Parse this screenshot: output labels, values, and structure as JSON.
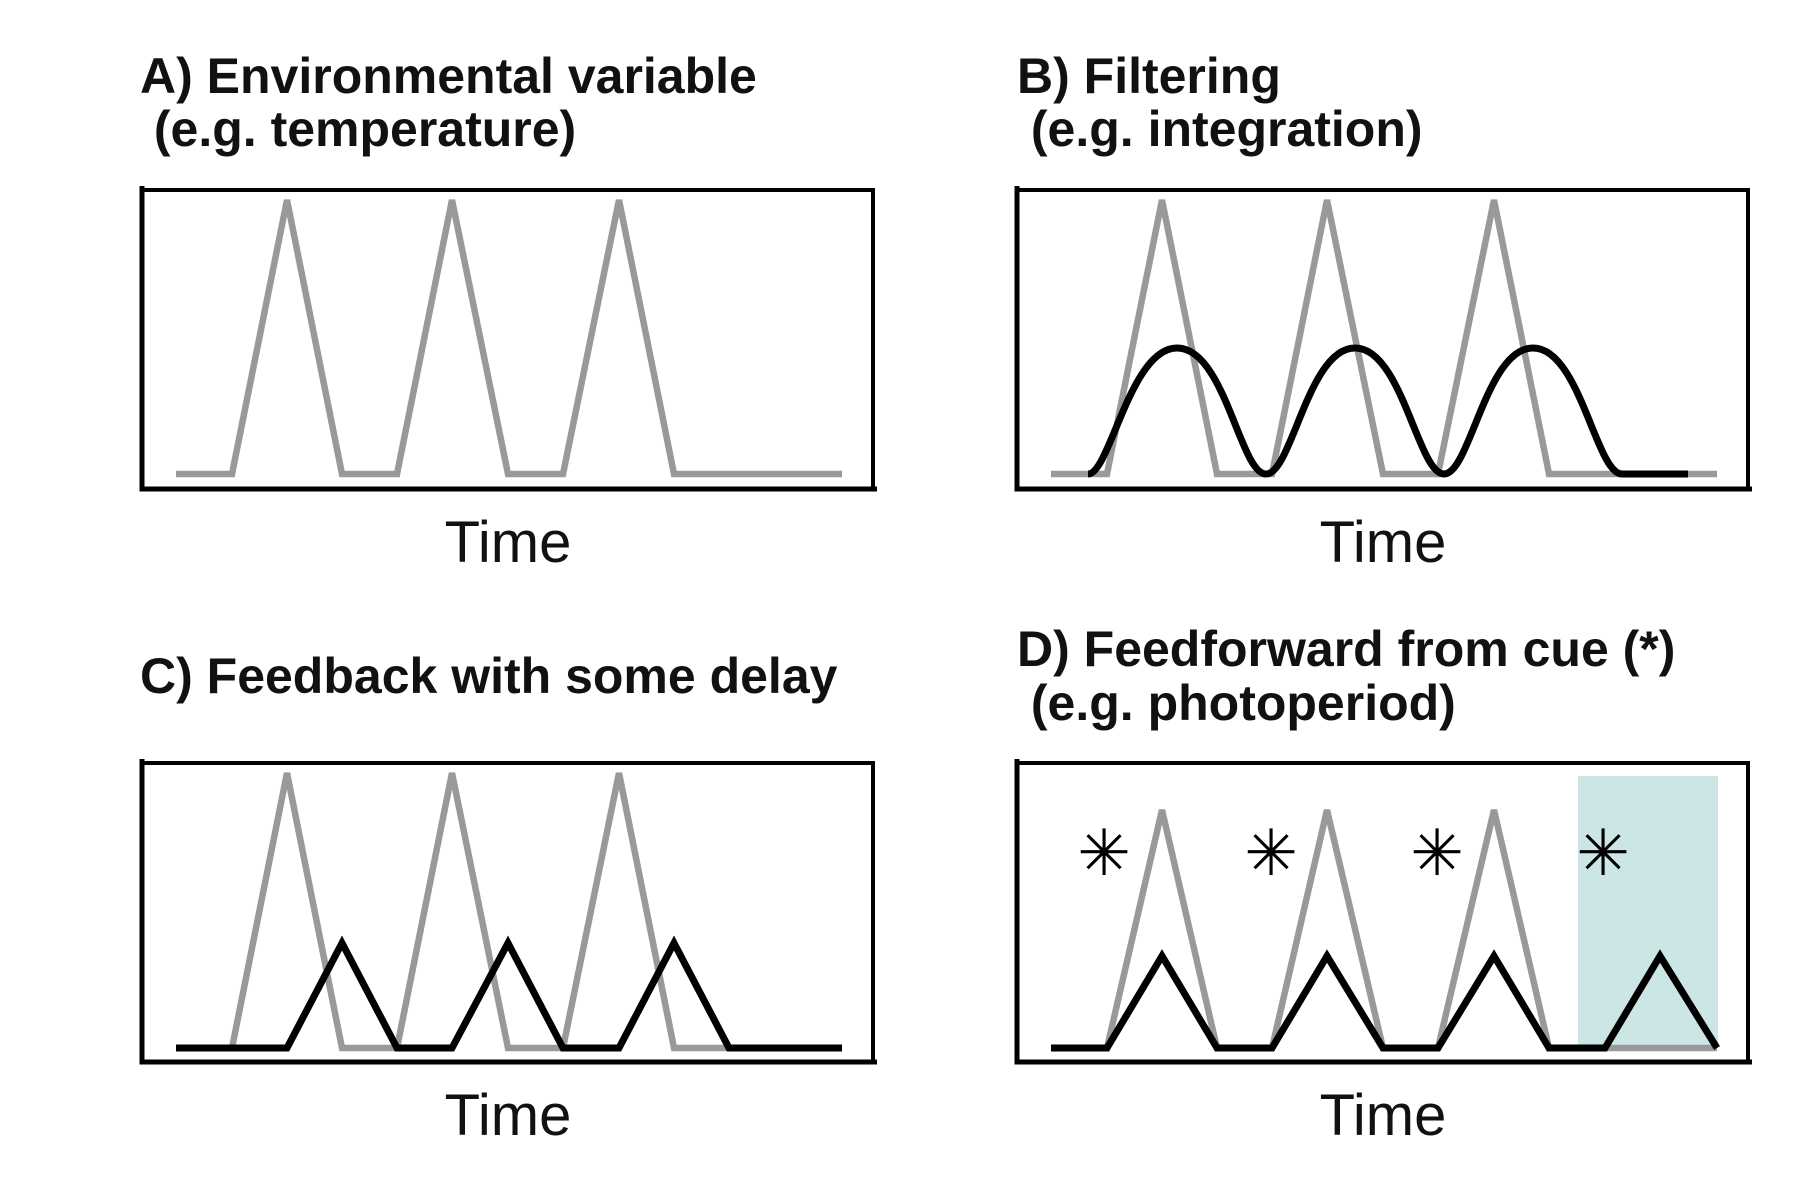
{
  "figure": {
    "panels": [
      {
        "id": "A",
        "title_line1": "A) Environmental variable",
        "title_line2": " (e.g. temperature)",
        "xlabel": "Time",
        "environment": {
          "signal": "triangular pulses",
          "peaks": 3,
          "color": "#999999"
        },
        "response": null
      },
      {
        "id": "B",
        "title_line1": "B) Filtering",
        "title_line2": " (e.g. integration)",
        "xlabel": "Time",
        "environment": {
          "signal": "triangular pulses",
          "peaks": 3,
          "color": "#999999"
        },
        "response": {
          "signal": "smoothed sinusoidal waves",
          "peaks": 3,
          "relative_amplitude": 0.47,
          "color": "#000000"
        }
      },
      {
        "id": "C",
        "title_line1": "C) Feedback with some delay",
        "title_line2": "",
        "xlabel": "Time",
        "environment": {
          "signal": "triangular pulses",
          "peaks": 3,
          "color": "#999999"
        },
        "response": {
          "signal": "delayed triangular pulses",
          "peaks": 3,
          "relative_amplitude": 0.39,
          "color": "#000000"
        }
      },
      {
        "id": "D",
        "title_line1": "D) Feedforward from cue (*)",
        "title_line2": " (e.g. photoperiod)",
        "xlabel": "Time",
        "cue_symbol": "✳",
        "cue_count": 4,
        "highlight_color": "#cce6e6",
        "environment": {
          "signal": "triangular pulses",
          "peaks": 3,
          "color": "#999999"
        },
        "response": {
          "signal": "anticipatory triangular pulses",
          "peaks": 4,
          "relative_amplitude": 0.42,
          "color": "#000000"
        }
      }
    ]
  }
}
